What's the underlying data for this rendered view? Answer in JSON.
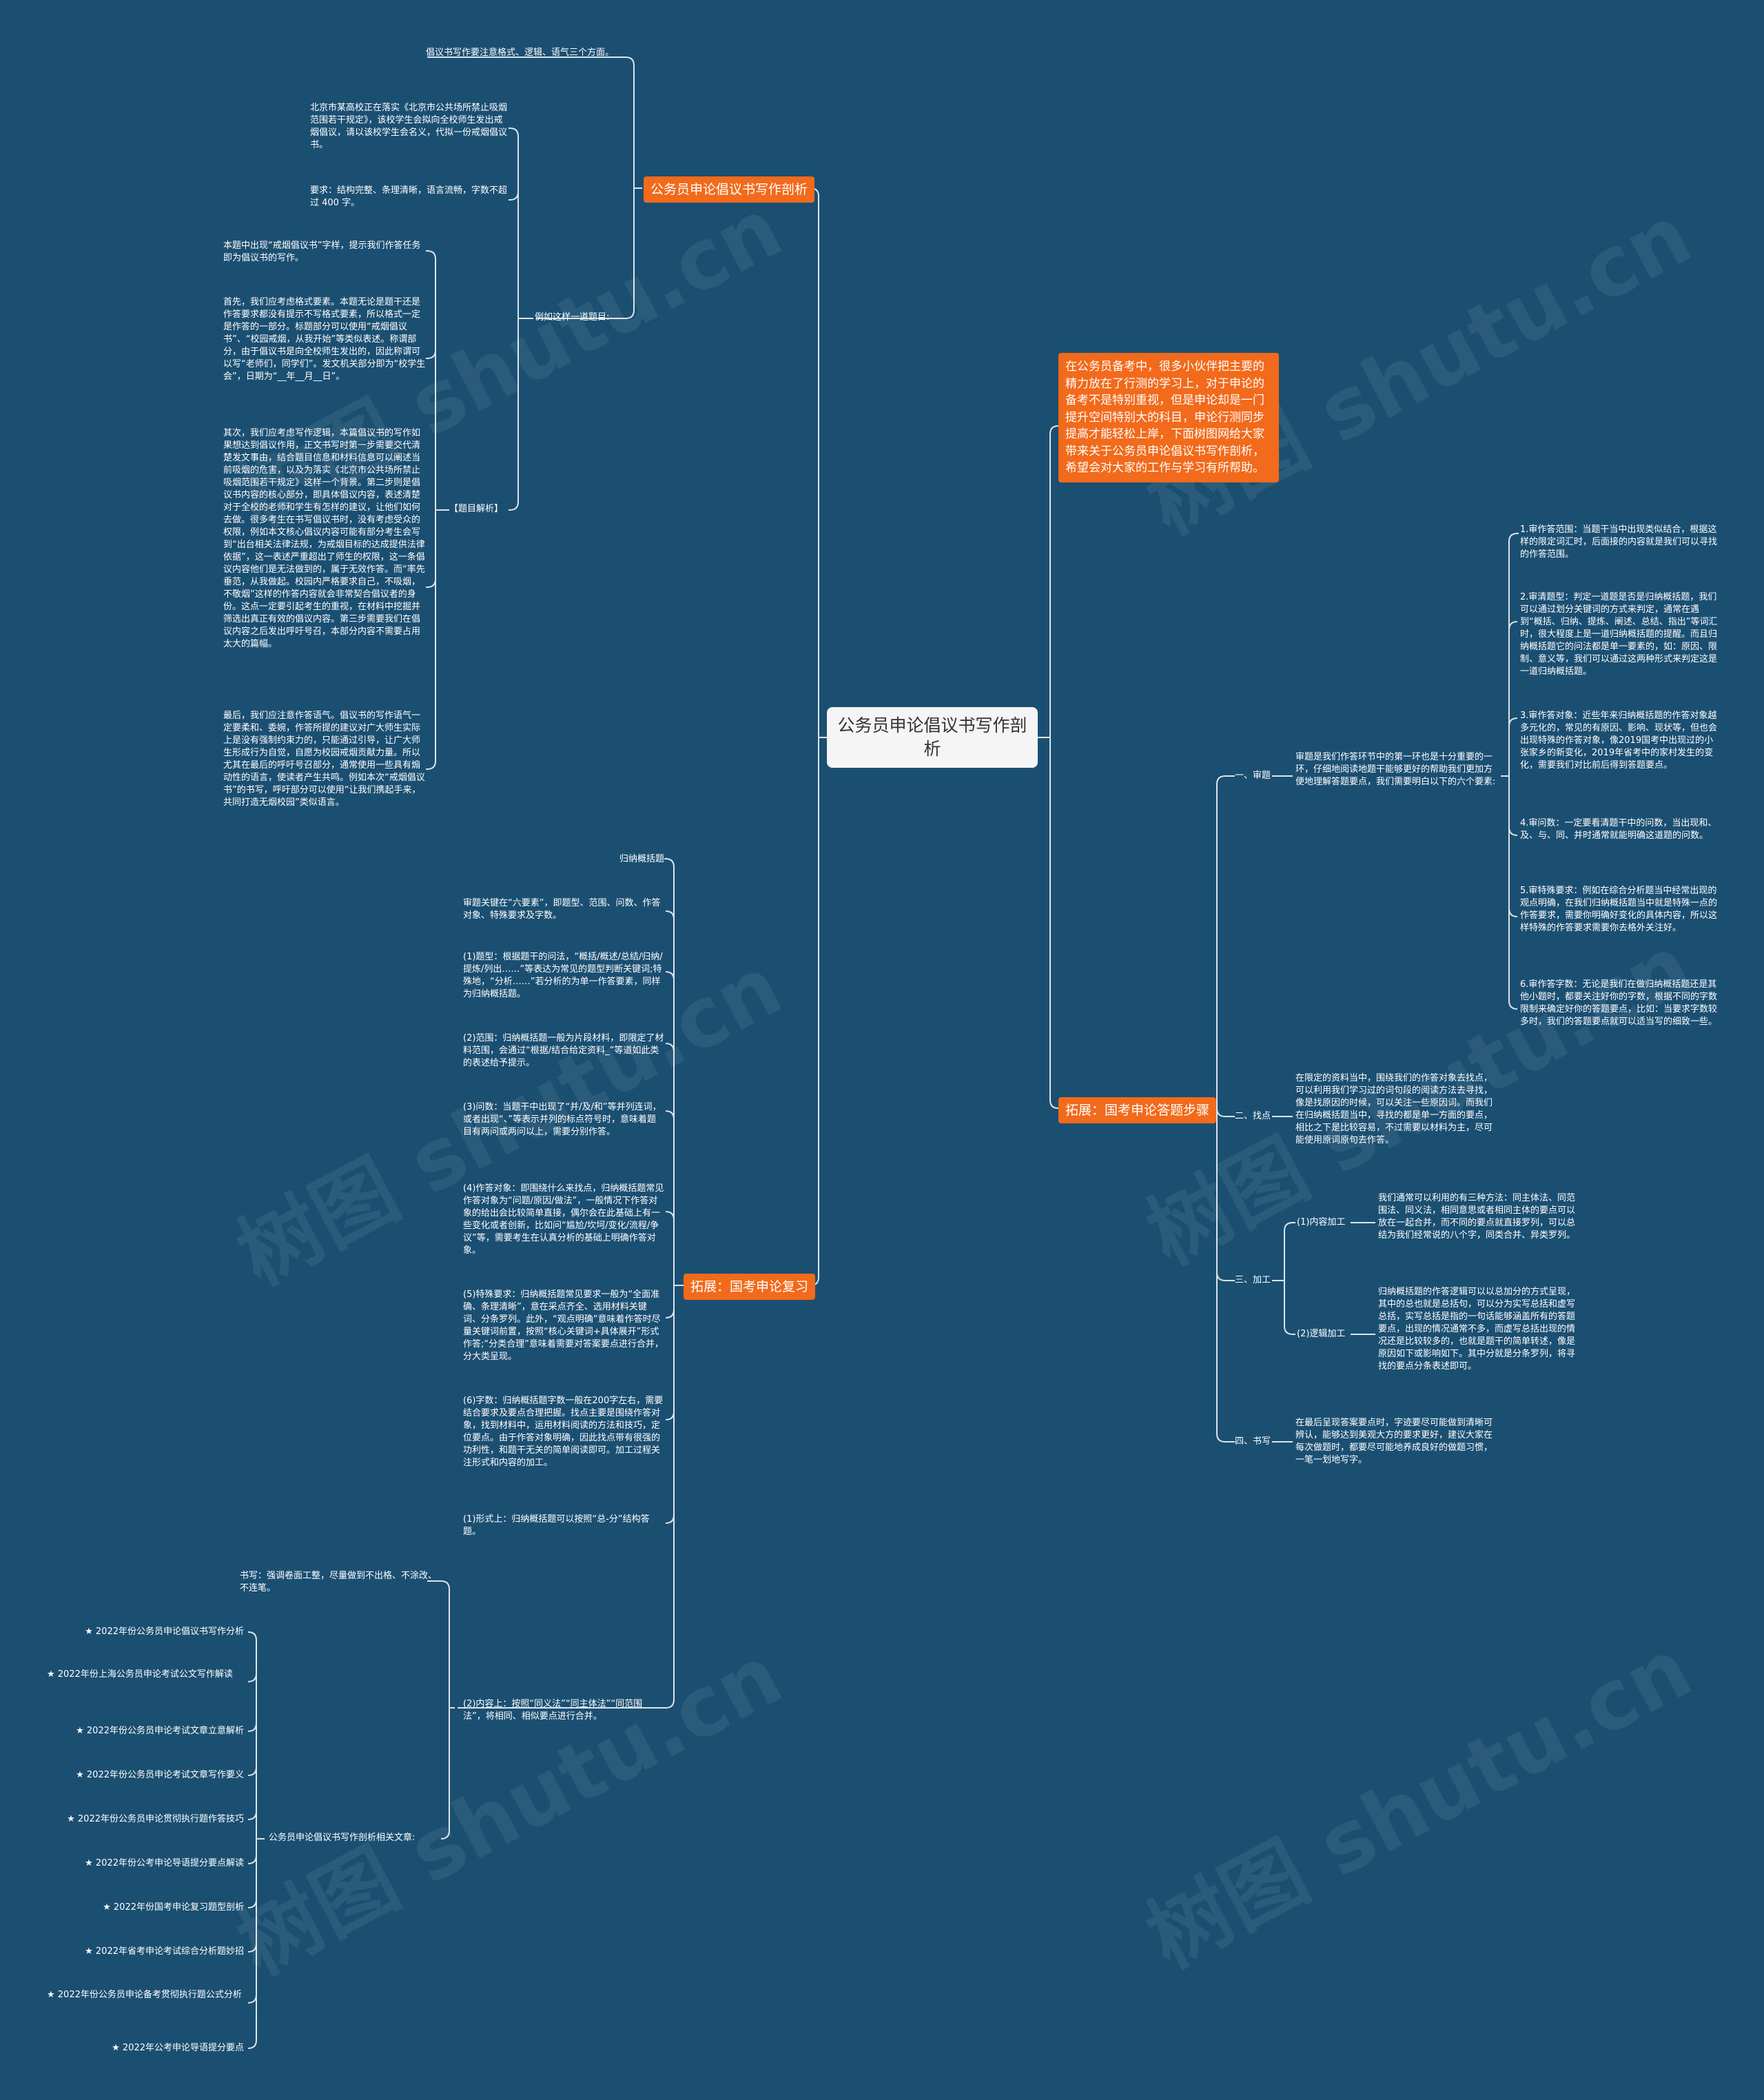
{
  "root": "公务员申论倡议书写作剖析",
  "intro": "在公务员备考中，很多小伙伴把主要的精力放在了行测的学习上，对于申论的备考不是特别重视，但是申论却是一门提升空间特别大的科目，申论行测同步提高才能轻松上岸，下面树图网给大家带来关于公务员申论倡议书写作剖析，希望会对大家的工作与学习有所帮助。",
  "branches": {
    "analysis": "公务员申论倡议书写作剖析",
    "review": "拓展：国考申论复习",
    "steps": "拓展：国考申论答题步骤"
  },
  "analysis": {
    "note1": "倡议书写作要注意格式、逻辑、语气三个方面。",
    "example_label": "例如这样一道题目:",
    "question": "北京市某高校正在落实《北京市公共场所禁止吸烟范围若干规定》，该校学生会拟向全校师生发出戒烟倡议，请以该校学生会名义，代拟一份戒烟倡议书。",
    "requirement": "要求：结构完整、条理清晰，语言流畅，字数不超过 400 字。",
    "jiexi_label": "【题目解析】",
    "jiexi": [
      "本题中出现“戒烟倡议书”字样，提示我们作答任务即为倡议书的写作。",
      "首先，我们应考虑格式要素。本题无论是题干还是作答要求都没有提示不写格式要素，所以格式一定是作答的一部分。标题部分可以使用“戒烟倡议书”、“校园戒烟，从我开始”等类似表述。称谓部分，由于倡议书是向全校师生发出的，因此称谓可以写“老师们，同学们”。发文机关部分即为“校学生会”，日期为“__年__月__日”。",
      "其次，我们应考虑写作逻辑，本篇倡议书的写作如果想达到倡议作用，正文书写时第一步需要交代清楚发文事由，结合题目信息和材料信息可以阐述当前吸烟的危害，以及为落实《北京市公共场所禁止吸烟范围若干规定》这样一个背景。第二步则是倡议书内容的核心部分，即具体倡议内容，表述清楚对于全校的老师和学生有怎样的建议，让他们如何去做。很多考生在书写倡议书时，没有考虑受众的权限，例如本文核心倡议内容可能有部分考生会写到“出台相关法律法规，为戒烟目标的达成提供法律依据”，这一表述严重超出了师生的权限，这一条倡议内容他们是无法做到的，属于无效作答。而“率先垂范，从我做起。校园内严格要求自己，不吸烟，不敬烟”这样的作答内容就会非常契合倡议者的身份。这点一定要引起考生的重视，在材料中挖掘并筛选出真正有效的倡议内容。第三步需要我们在倡议内容之后发出呼吁号召，本部分内容不需要占用太大的篇幅。",
      "最后，我们应注意作答语气。倡议书的写作语气一定要柔和、委婉，作答所提的建议对广大师生实际上是没有强制约束力的，只能通过引导，让广大师生形成行为自觉，自愿为校园戒烟贡献力量。所以尤其在最后的呼吁号召部分，通常使用一些具有煽动性的语言，使读者产生共鸣。例如本次“戒烟倡议书”的书写，呼吁部分可以使用“让我们携起手来，共同打造无烟校园”类似语言。"
    ]
  },
  "review": {
    "items": [
      "归纳概括题",
      "审题关键在“六要素”，即题型、范围、问数、作答对象、特殊要求及字数。",
      "(1)题型：根据题干的问法，“概括/概述/总结/归纳/提炼/列出……”等表达为常见的题型判断关键词;特殊地，“分析……”若分析的为单一作答要素，同样为归纳概括题。",
      "(2)范围：归纳概括题一般为片段材料，即限定了材料范围，会通过“根据/结合给定资料_”等道如此类的表述给予提示。",
      "(3)问数：当题干中出现了“并/及/和”等并列连词，或者出现“、”等表示并列的标点符号时，意味着题目有两问或两问以上，需要分别作答。",
      "(4)作答对象：即围绕什么来找点，归纳概括题常见作答对象为“问题/原因/做法”，一般情况下作答对象的给出会比较简单直接，偶尔会在此基础上有一些变化或者创新，比如问“尴尬/坎坷/变化/流程/争议”等，需要考生在认真分析的基础上明确作答对象。",
      "(5)特殊要求：归纳概括题常见要求一般为“全面准确、条理清晰”，意在采点齐全、选用材料关键词、分条罗列。此外，“观点明确”意味着作答时尽量关键词前置，按照“核心关键词+具体展开”形式作答;“分类合理”意味着需要对答案要点进行合并，分大类呈现。",
      "(6)字数：归纳概括题字数一般在200字左右，需要结合要求及要点合理把握。找点主要是围绕作答对象，找到材料中，运用材料阅读的方法和技巧，定位要点。由于作答对象明确，因此找点带有很强的功利性，和题干无关的简单阅读即可。加工过程关注形式和内容的加工。",
      "(1)形式上：归纳概括题可以按照“总-分”结构答题。",
      "(2)内容上：按照“同义法”“同主体法”“同范围法”，将相同、相似要点进行合并。"
    ],
    "writing": "书写：强调卷面工整，尽量做到不出格、不涂改、不连笔。",
    "related_label": "公务员申论倡议书写作剖析相关文章:",
    "related": [
      "★ 2022年份公务员申论倡议书写作分析",
      "★ 2022年份上海公务员申论考试公文写作解读",
      "★ 2022年份公务员申论考试文章立意解析",
      "★ 2022年份公务员申论考试文章写作要义",
      "★ 2022年份公务员申论贯彻执行题作答技巧",
      "★ 2022年份公考申论导语提分要点解读",
      "★ 2022年份国考申论复习题型剖析",
      "★ 2022年省考申论考试综合分析题妙招",
      "★ 2022年份公务员申论备考贯彻执行题公式分析",
      "★ 2022年公考申论导语提分要点"
    ]
  },
  "steps": {
    "s1_label": "一、审题",
    "s1_text": "审题是我们作答环节中的第一环也是十分重要的一环，仔细地阅读地题干能够更好的帮助我们更加方便地理解答题要点，我们需要明白以下的六个要素:",
    "s1_items": [
      "1.审作答范围：当题干当中出现类似结合，根据这样的限定词汇时，后面接的内容就是我们可以寻找的作答范围。",
      "2.审清题型：判定一道题是否是归纳概括题，我们可以通过划分关键词的方式来判定，通常在遇到“概括、归纳、提炼、阐述、总结、指出”等词汇时，很大程度上是一道归纳概括题的提醒。而且归纳概括题它的问法都是单一要素的，如：原因、限制、意义等，我们可以通过这两种形式来判定这是一道归纳概括题。",
      "3.审作答对象：近些年来归纳概括题的作答对象越多元化的，常见的有原因、影响、现状等，但也会出现特殊的作答对象，像2019国考中出现过的小张家乡的新变化，2019年省考中的家村发生的变化，需要我们对比前后得到答题要点。",
      "4.审问数：一定要看清题干中的问数，当出现和、及、与、同、并时通常就能明确这道题的问数。",
      "5.审特殊要求：例如在综合分析题当中经常出现的观点明确，在我们归纳概括题当中就是特殊一点的作答要求，需要你明确好变化的具体内容，所以这样特殊的作答要求需要你去格外关注好。",
      "6.审作答字数：无论是我们在做归纳概括题还是其他小题时，都要关注好你的字数，根据不同的字数限制来确定好你的答题要点，比如：当要求字数较多时，我们的答题要点就可以适当写的细致一些。"
    ],
    "s2_label": "二、找点",
    "s2_text": "在限定的资料当中，围绕我们的作答对象去找点，可以利用我们学习过的词句段的阅读方法去寻找，像是找原因的时候，可以关注一些原因词。而我们在归纳概括题当中，寻找的都是单一方面的要点，相比之下是比较容易，不过需要以材料为主，尽可能使用原词原句去作答。",
    "s3_label": "三、加工",
    "s3a_label": "(1)内容加工",
    "s3a_text": "我们通常可以利用的有三种方法：同主体法、同范围法、同义法，相同意思或者相同主体的要点可以放在一起合并，而不同的要点就直接罗列，可以总结为我们经常说的八个字，同类合并、异类罗列。",
    "s3b_label": "(2)逻辑加工",
    "s3b_text": "归纳概括题的作答逻辑可以以总加分的方式呈现，其中的总也就是总括句，可以分为实写总括和虚写总括，实写总括是指的一句话能够涵盖所有的答题要点，出现的情况通常不多，而虚写总括出现的情况还是比较较多的，也就是题干的简单转述，像是原因如下或影响如下。其中分就是分条罗列，将寻找的要点分条表述即可。",
    "s4_label": "四、书写",
    "s4_text": "在最后呈现答案要点时，字迹要尽可能做到清晰可辨认，能够达到美观大方的要求更好，建议大家在每次做题时，都要尽可能地养成良好的做题习惯，一笔一划地写字。"
  },
  "watermark": "树图 shutu.cn",
  "colors": {
    "background": "#1b4f72",
    "accent": "#f26a1b",
    "root_bg": "#f5f5f5",
    "line": "#ffffff"
  }
}
